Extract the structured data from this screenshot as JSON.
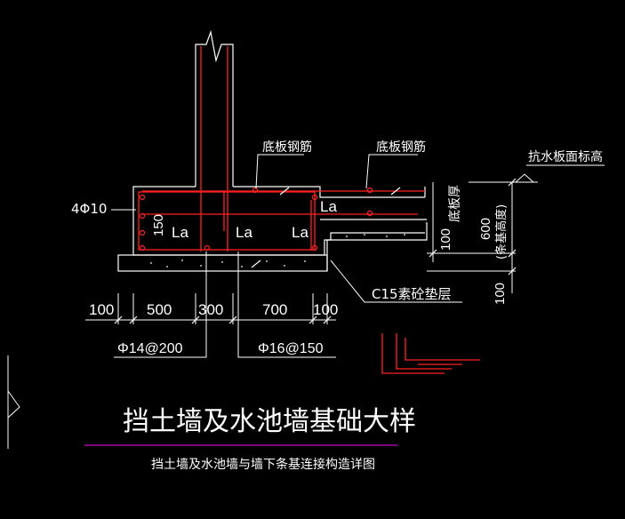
{
  "drawing": {
    "title": "挡土墙及水池墙基础大样",
    "subtitle": "挡土墙及水池墙与墙下条基连接构造详图"
  },
  "labels": {
    "bottom_rebar_1": "底板钢筋",
    "bottom_rebar_2": "底板钢筋",
    "anti_water_level": "抗水板面标高",
    "slab_thickness": "底板厚",
    "base_height": "(条基高度)",
    "corner_bars": "4Φ10",
    "dim_150": "150",
    "la_1": "La",
    "la_2": "La",
    "la_3": "La",
    "la_4": "La",
    "dim_100_right": "100",
    "dim_600": "600",
    "dim_100_vert": "100",
    "cushion": "C15素砼垫层",
    "dim_100_left": "100",
    "dim_500": "500",
    "dim_300": "300",
    "dim_700": "700",
    "dim_100_end": "100",
    "rebar_phi14": "Φ14@200",
    "rebar_phi16": "Φ16@150"
  },
  "colors": {
    "background": "#000000",
    "outline": "#ffffff",
    "rebar": "#ff2020",
    "title_underline": "#cc00cc",
    "cushion_dots": "#c0c0c0"
  }
}
